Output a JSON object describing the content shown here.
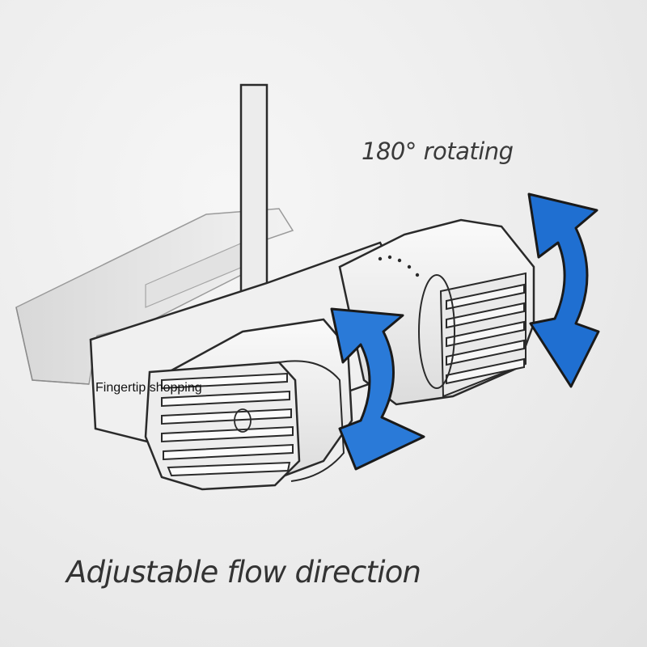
{
  "captions": {
    "rotating": "180° rotating",
    "adjustable": "Adjustable flow direction"
  },
  "watermark": "Fingertip shopping",
  "colors": {
    "arrow_fill": "#1f6fd1",
    "arrow_outline": "#1a1a1a",
    "pump_body": "#f4f4f4",
    "outline": "#2a2a2a",
    "background": "#ebebeb"
  },
  "icons": {
    "rotation_arrow_large": "curved-double-arrow-icon",
    "rotation_arrow_small": "curved-double-arrow-icon"
  }
}
